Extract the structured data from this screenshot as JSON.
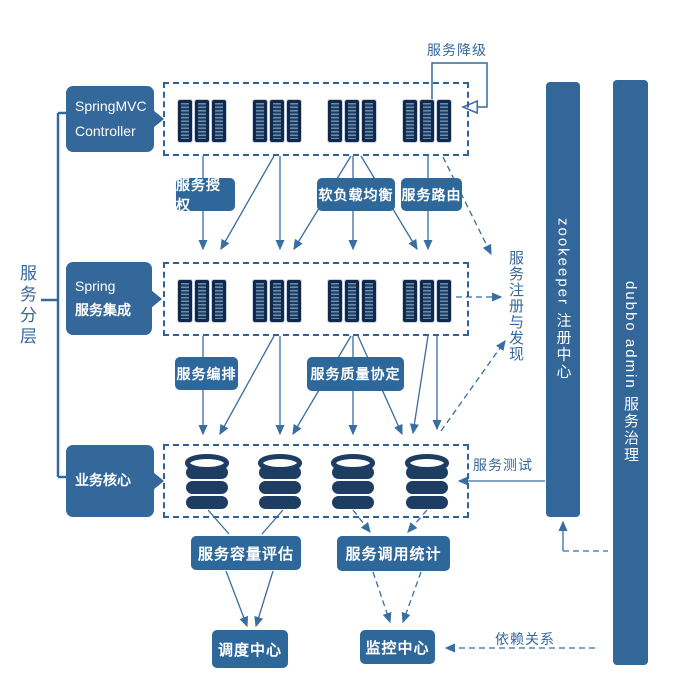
{
  "colors": {
    "accent": "#36689b",
    "box_blue": "#2e679a",
    "bar_blue": "#336699",
    "icon_dark": "#1c3c62"
  },
  "left": {
    "layer_label": "服务分层"
  },
  "bubbles": {
    "controller": {
      "line1": "SpringMVC",
      "line2": "Controller"
    },
    "spring": {
      "line1": "Spring",
      "line2": "服务集成"
    },
    "core": {
      "line1": "业务核心"
    }
  },
  "boxes": {
    "auth": "服务授权",
    "load_balance": "软负载均衡",
    "route": "服务路由",
    "orchestration": "服务编排",
    "qos": "服务质量协定",
    "capacity": "服务容量评估",
    "call_stats": "服务调用统计",
    "dispatch": "调度中心",
    "monitor": "监控中心"
  },
  "annotations": {
    "downgrade": "服务降级",
    "registry_discovery": "服务注册与发现",
    "test": "服务测试",
    "dependency": "依赖关系"
  },
  "bars": {
    "zookeeper": "zookeeper 注册中心",
    "dubbo": "dubbo admin 服务治理"
  },
  "icons": {
    "server": "server-rack-icon",
    "database": "database-icon"
  }
}
